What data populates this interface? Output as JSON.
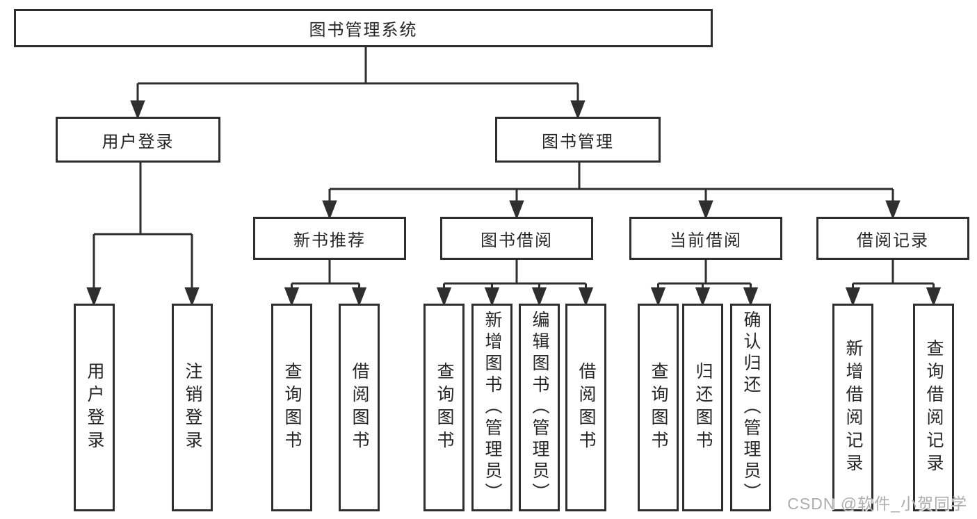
{
  "nodes": {
    "root": "图书管理系统",
    "user_login": "用户登录",
    "book_mgmt": "图书管理",
    "new_book_rec": "新书推荐",
    "book_borrow": "图书借阅",
    "current_borrow": "当前借阅",
    "borrow_records": "借阅记录"
  },
  "leaves": {
    "user_login": [
      "用户登录",
      "注销登录"
    ],
    "new_book_rec": [
      "查询图书",
      "借阅图书"
    ],
    "book_borrow": [
      "查询图书",
      "新增图书（管理员）",
      "编辑图书（管理员）",
      "借阅图书"
    ],
    "current_borrow": [
      "查询图书",
      "归还图书",
      "确认归还（管理员）"
    ],
    "borrow_records": [
      "新增借阅记录",
      "查询借阅记录"
    ]
  },
  "watermark": "CSDN @软件_小贺同学",
  "colors": {
    "line": "#2e2e2e",
    "text": "#262626",
    "watermark": "#adadad",
    "background": "#ffffff"
  }
}
